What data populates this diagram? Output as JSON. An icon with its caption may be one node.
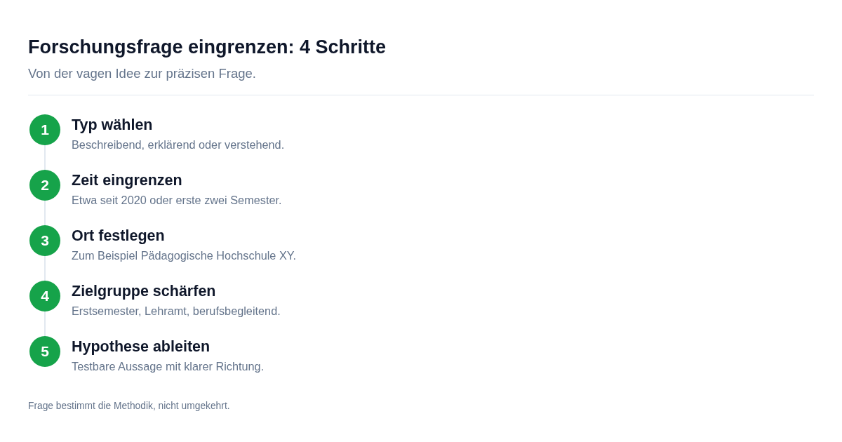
{
  "diagram": {
    "title": "Forschungsfrage eingrenzen: 4 Schritte",
    "nodes": [
      {
        "text": [
          "1"
        ],
        "beside": [
          "Typ wählen",
          "Beschreibend, erklärend oder verstehend."
        ]
      },
      {
        "text": [
          "2"
        ],
        "beside": [
          "Zeit eingrenzen",
          "Etwa seit 2020 oder erste zwei Semester."
        ]
      },
      {
        "text": [
          "3"
        ],
        "beside": [
          "Ort festlegen",
          "Zum Beispiel Pädagogische Hochschule XY."
        ]
      },
      {
        "text": [
          "4"
        ],
        "beside": [
          "Zielgruppe schärfen",
          "Erstsemester, Lehramt, berufsbegleitend."
        ]
      },
      {
        "text": [
          "5"
        ],
        "beside": [
          "Hypothese ableiten",
          "Testbare Aussage mit klarer Richtung."
        ]
      }
    ],
    "edges": [
      {
        "from": 0,
        "to": 1,
        "arrow": "none"
      },
      {
        "from": 1,
        "to": 2,
        "arrow": "none"
      },
      {
        "from": 2,
        "to": 3,
        "arrow": "none"
      },
      {
        "from": 3,
        "to": 4,
        "arrow": "none"
      }
    ],
    "labels": [
      "Von der vagen Idee zur präzisen Frage.",
      "Frage bestimmt die Methodik, nicht umgekehrt."
    ]
  }
}
